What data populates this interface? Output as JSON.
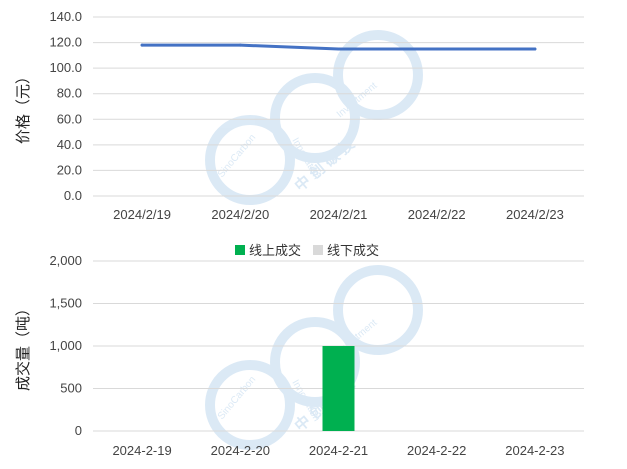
{
  "chart_data": [
    {
      "type": "line",
      "categories": [
        "2024/2/19",
        "2024/2/20",
        "2024/2/21",
        "2024/2/22",
        "2024/2/23"
      ],
      "series": [
        {
          "values": [
            118,
            118,
            115,
            115,
            115
          ],
          "color": "#4472C4"
        }
      ],
      "y_ticks": [
        "0.0",
        "20.0",
        "40.0",
        "60.0",
        "80.0",
        "100.0",
        "120.0",
        "140.0"
      ],
      "ylim": [
        0,
        140
      ],
      "ylabel": "价格（元）",
      "grid": true
    },
    {
      "type": "bar",
      "categories": [
        "2024-2-19",
        "2024-2-20",
        "2024-2-21",
        "2024-2-22",
        "2024-2-23"
      ],
      "series": [
        {
          "name": "线上成交",
          "values": [
            0,
            0,
            1000,
            0,
            0
          ],
          "color": "#00B050"
        },
        {
          "name": "线下成交",
          "values": [
            0,
            0,
            0,
            0,
            0
          ],
          "color": "#D9D9D9"
        }
      ],
      "y_ticks": [
        "0",
        "500",
        "1,000",
        "1,500",
        "2,000"
      ],
      "ylim": [
        0,
        2000
      ],
      "ylabel": "成交量（吨）",
      "legend": "top",
      "grid": true
    }
  ],
  "watermark": {
    "latin_1": "SinoCarbon",
    "latin_2": "Innovation",
    "latin_3": "Investment",
    "cjk": "中 创 碳 投"
  },
  "colors": {
    "grid": "#D9D9D9",
    "watermark": "#BFD8EE"
  }
}
